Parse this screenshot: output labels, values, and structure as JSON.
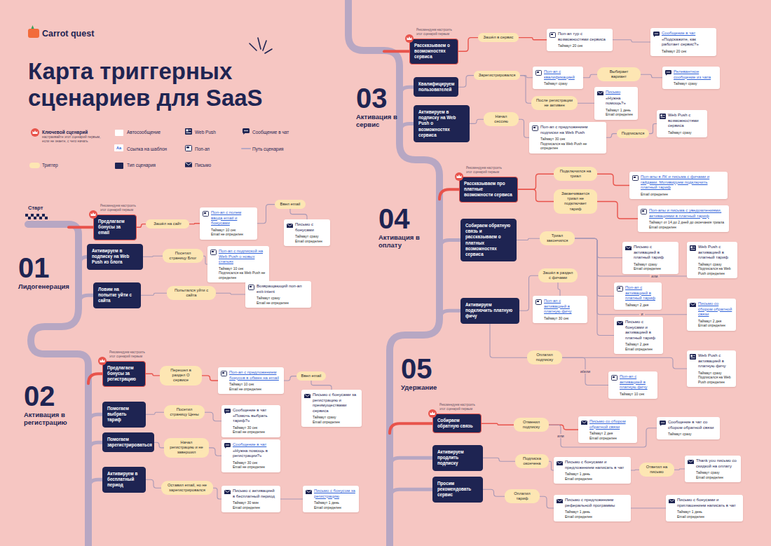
{
  "diagram": {
    "title": "Карта триггерных сценариев для SaaS",
    "nodes": [
      {
        "text": [
          "Предлагаем бонусы за email"
        ]
      },
      {
        "text": [
          "Зашёл на сайт"
        ]
      },
      {
        "text": [
          "Поп-ап с полем ввода email и бонусами",
          "Таймаут 10 сек",
          "Email не определен"
        ]
      },
      {
        "text": [
          "Ввел email"
        ]
      },
      {
        "text": [
          "Письмо с бонусами",
          "Таймаут сразу",
          "Email определен"
        ]
      },
      {
        "text": [
          "Активируем в подписку на Web Push из блога"
        ]
      },
      {
        "text": [
          "Посетил страницу Блог"
        ]
      },
      {
        "text": [
          "Поп-ап с подпиской на Web Push о новых статьях",
          "Таймаут 10 сек",
          "Подписался на Web Push не определен"
        ]
      },
      {
        "text": [
          "Ловим на попытке уйти с сайта"
        ]
      },
      {
        "text": [
          "Попытался уйти с сайта"
        ]
      },
      {
        "text": [
          "Возвращающий поп-ап exit-intent",
          "Таймаут сразу",
          "Email не определен"
        ]
      },
      {
        "text": [
          "Предлагаем бонусы за регистрацию"
        ]
      },
      {
        "text": [
          "Перешел в раздел О сервисе"
        ]
      },
      {
        "text": [
          "Поп-ап с предложением бонусов в обмен на email",
          "Таймаут 10 сек",
          "Email не определен"
        ]
      },
      {
        "text": [
          "Ввел email"
        ]
      },
      {
        "text": [
          "Письмо с бонусами за регистрацию и преимуществами сервиса",
          "Таймаут сразу",
          "Email определен"
        ]
      },
      {
        "text": [
          "Помогаем выбрать тариф"
        ]
      },
      {
        "text": [
          "Посетил страницу Цены"
        ]
      },
      {
        "text": [
          "Сообщение в чат «Помочь выбрать тариф?»",
          "Таймаут 30 сек",
          "Email не определен"
        ]
      },
      {
        "text": [
          "Помогаем зарегистрироваться"
        ]
      },
      {
        "text": [
          "Начал регистрацию и не завершил"
        ]
      },
      {
        "text": [
          "Сообщение в чат",
          "«Нужна помощь в регистрации?»",
          "Таймаут 30 сек",
          "Email не определен"
        ]
      },
      {
        "text": [
          "Активируем в бесплатный период"
        ]
      },
      {
        "text": [
          "Оставил email, но не зарегистрировался"
        ]
      },
      {
        "text": [
          "Письмо с активацией в бесплатный период",
          "Таймаут 30 мин",
          "Email определен"
        ]
      },
      {
        "text": [
          "Письмо с бонусом за регистрацию",
          "Таймаут 1 день",
          "Email определен"
        ]
      },
      {
        "text": [
          "Рассказываем о возможностях сервиса"
        ]
      },
      {
        "text": [
          "Зашёл в сервис"
        ]
      },
      {
        "text": [
          "Поп-ап тур с возможностями сервиса",
          "Таймаут 20 сек"
        ]
      },
      {
        "text": [
          "Сообщение в чат",
          "«Подскажите, как работает сервис?»",
          "Таймаут 20 сек"
        ]
      },
      {
        "text": [
          "Квалифицируем пользователей"
        ]
      },
      {
        "text": [
          "Зарегистрировался"
        ]
      },
      {
        "text": [
          "Поп-ап с квалификацией",
          "Таймаут сразу"
        ]
      },
      {
        "text": [
          "Выбирает вариант"
        ]
      },
      {
        "text": [
          "Релевантное сообщение из чата",
          "Таймаут сразу"
        ]
      },
      {
        "text": [
          "После регистрации не активен"
        ]
      },
      {
        "text": [
          "Письмо",
          "«Нужна помощь?»",
          "Таймаут 1 день",
          "Email определен"
        ]
      },
      {
        "text": [
          "Активируем в подписку на Web Push о возможностях сервиса"
        ]
      },
      {
        "text": [
          "Начал сессию"
        ]
      },
      {
        "text": [
          "Поп-ап с предложением подписки на Web Push",
          "Таймаут 30 сек",
          "Подписался на Web Push не определен"
        ]
      },
      {
        "text": [
          "Подписался"
        ]
      },
      {
        "text": [
          "Web Push с возможностями сервиса",
          "Таймаут сразу"
        ]
      },
      {
        "text": [
          "Рассказываем про платные возможности сервиса"
        ]
      },
      {
        "text": [
          "Подключился на триал"
        ]
      },
      {
        "text": [
          "Поп-апы в ЛК и письма с фичами и гайдами. Мотивируем подключить платный тариф",
          "Email определен"
        ]
      },
      {
        "text": [
          "Заканчивается триал не подключает тариф"
        ]
      },
      {
        "text": [
          "Поп-апы и письма с уведомлениями, активациями в платный тариф",
          "Таймаут от 14 до 2 дней до окончания триала",
          "Email определен"
        ]
      },
      {
        "text": [
          "Собираем обратную связь и рассказываем о платных возможностях сервиса"
        ]
      },
      {
        "text": [
          "Триал закончился"
        ]
      },
      {
        "text": [
          "Письмо с активацией в платный тариф",
          "Таймаут сразу",
          "Email определен"
        ]
      },
      {
        "text": [
          "Web Push с активацией в платный тариф",
          "Таймаут сразу",
          "Подписался на Web Push определен"
        ]
      },
      {
        "text": [
          "Поп-ап с активацией в платный тариф",
          "Таймаут 2 дня"
        ]
      },
      {
        "text": [
          "Письмо со сбором обратной связи",
          "Таймаут 2 дня",
          "Email определен"
        ]
      },
      {
        "text": [
          "Письмо с бонусами и активацией в платный тариф",
          "Таймаут 2 дня",
          "Email определен"
        ]
      },
      {
        "text": [
          "Активируем подключить платную фичу"
        ]
      },
      {
        "text": [
          "Зашёл в раздел с фичами"
        ]
      },
      {
        "text": [
          "Поп-ап с активацией в платную фичу",
          "Таймаут 30 сек"
        ]
      },
      {
        "text": [
          "Оплатил подписку"
        ]
      },
      {
        "text": [
          "Web Push с активацией в платную фичу",
          "Таймаут сразу",
          "Подписался на Web Push определен"
        ]
      },
      {
        "text": [
          "Поп-ап с активацией в платную фичу",
          "Таймаут 10 сек"
        ]
      },
      {
        "text": [
          "Собираем обратную связь"
        ]
      },
      {
        "text": [
          "Отменил подписку"
        ]
      },
      {
        "text": [
          "Письмо со сбором обратной связи",
          "Таймаут 2 дня",
          "Email определен"
        ]
      },
      {
        "text": [
          "Сообщение в чат со сбором обратной связи",
          "Таймаут сразу"
        ]
      },
      {
        "text": [
          "Активируем продлить подписку"
        ]
      },
      {
        "text": [
          "Подписка окончена"
        ]
      },
      {
        "text": [
          "Письмо с бонусами и предложением написать в чат",
          "Таймаут 1 день",
          "Email определен"
        ]
      },
      {
        "text": [
          "Ответил на письмо"
        ]
      },
      {
        "text": [
          "Thank you письмо со скидкой на оплату",
          "Таймаут сразу",
          "Email определен"
        ]
      },
      {
        "text": [
          "Просим рекомендовать сервис"
        ]
      },
      {
        "text": [
          "Оплатил тариф"
        ]
      },
      {
        "text": [
          "Письмо с предложением реферальной программы",
          "Таймаут 1 день",
          "Email определен"
        ]
      },
      {
        "text": [
          "Письмо с бонусами и приглашением написать в чат",
          "Таймаут 1 день",
          "Email определен"
        ]
      }
    ],
    "edges": [
      {
        "from": 0,
        "to": 1,
        "arrow": "none"
      },
      {
        "from": 1,
        "to": 2,
        "arrow": "none"
      },
      {
        "from": 2,
        "to": 3,
        "arrow": "none"
      },
      {
        "from": 3,
        "to": 4,
        "arrow": "none"
      },
      {
        "from": 5,
        "to": 6,
        "arrow": "none"
      },
      {
        "from": 6,
        "to": 7,
        "arrow": "none"
      },
      {
        "from": 8,
        "to": 9,
        "arrow": "none"
      },
      {
        "from": 9,
        "to": 10,
        "arrow": "none"
      },
      {
        "from": 11,
        "to": 12,
        "arrow": "none"
      },
      {
        "from": 12,
        "to": 13,
        "arrow": "none"
      },
      {
        "from": 13,
        "to": 14,
        "arrow": "none"
      },
      {
        "from": 14,
        "to": 15,
        "arrow": "none"
      },
      {
        "from": 16,
        "to": 17,
        "arrow": "none"
      },
      {
        "from": 17,
        "to": 18,
        "arrow": "none"
      },
      {
        "from": 19,
        "to": 20,
        "arrow": "none"
      },
      {
        "from": 20,
        "to": 21,
        "arrow": "none"
      },
      {
        "from": 22,
        "to": 23,
        "arrow": "none"
      },
      {
        "from": 23,
        "to": 24,
        "arrow": "none"
      },
      {
        "from": 24,
        "to": 25,
        "arrow": "none"
      },
      {
        "from": 26,
        "to": 27,
        "arrow": "none"
      },
      {
        "from": 27,
        "to": 28,
        "arrow": "none"
      },
      {
        "from": 28,
        "to": 29,
        "arrow": "none"
      },
      {
        "from": 30,
        "to": 31,
        "arrow": "none"
      },
      {
        "from": 31,
        "to": 32,
        "arrow": "none"
      },
      {
        "from": 32,
        "to": 33,
        "arrow": "none"
      },
      {
        "from": 33,
        "to": 34,
        "arrow": "none"
      },
      {
        "from": 31,
        "to": 35,
        "arrow": "none"
      },
      {
        "from": 35,
        "to": 36,
        "arrow": "none"
      },
      {
        "from": 37,
        "to": 38,
        "arrow": "none"
      },
      {
        "from": 38,
        "to": 39,
        "arrow": "none"
      },
      {
        "from": 39,
        "to": 40,
        "arrow": "none"
      },
      {
        "from": 40,
        "to": 41,
        "arrow": "none"
      },
      {
        "from": 42,
        "to": 43,
        "arrow": "none"
      },
      {
        "from": 43,
        "to": 44,
        "arrow": "none"
      },
      {
        "from": 42,
        "to": 45,
        "arrow": "none"
      },
      {
        "from": 45,
        "to": 46,
        "arrow": "none"
      },
      {
        "from": 47,
        "to": 48,
        "arrow": "none"
      },
      {
        "from": 48,
        "to": 49,
        "arrow": "none"
      },
      {
        "from": 48,
        "to": 50,
        "label": "или",
        "arrow": "none"
      },
      {
        "from": 48,
        "to": 51,
        "arrow": "none"
      },
      {
        "from": 48,
        "to": 52,
        "label": "и",
        "arrow": "none"
      },
      {
        "from": 48,
        "to": 53,
        "arrow": "none"
      },
      {
        "from": 54,
        "to": 55,
        "arrow": "none"
      },
      {
        "from": 55,
        "to": 56,
        "arrow": "none"
      },
      {
        "from": 54,
        "to": 57,
        "arrow": "none"
      },
      {
        "from": 57,
        "to": 58,
        "arrow": "none"
      },
      {
        "from": 57,
        "to": 59,
        "label": "и/или",
        "arrow": "none"
      },
      {
        "from": 60,
        "to": 61,
        "arrow": "none"
      },
      {
        "from": 61,
        "to": 62,
        "arrow": "none"
      },
      {
        "from": 61,
        "to": 63,
        "label": "или",
        "arrow": "none"
      },
      {
        "from": 64,
        "to": 65,
        "arrow": "none"
      },
      {
        "from": 65,
        "to": 66,
        "arrow": "none"
      },
      {
        "from": 66,
        "to": 67,
        "arrow": "none"
      },
      {
        "from": 67,
        "to": 68,
        "arrow": "none"
      },
      {
        "from": 69,
        "to": 70,
        "arrow": "none"
      },
      {
        "from": 70,
        "to": 71,
        "arrow": "none"
      },
      {
        "from": 71,
        "to": 72,
        "arrow": "none"
      }
    ],
    "labels": [
      "Carrot quest",
      "настраивайте этот сценарий первым, если не знаете, с чего начать",
      "Aa",
      "Старт",
      "01",
      "Лидогенерация",
      "02",
      "Активация в регистрацию",
      "03",
      "Активация в сервис",
      "04",
      "Активация в оплату",
      "05",
      "Удержание",
      "Рекомендуем настроить этот сценарий первым",
      "Рекомендуем настроить этот сценарий первым",
      "Рекомендуем настроить этот сценарий первым",
      "Рекомендуем настроить этот сценарий первым",
      "Рекомендуем настроить этот сценарий первым"
    ],
    "legend": [
      {
        "text": "Ключевой сценарий"
      },
      {
        "text": "Автосообщение",
        "color": "#ffffff"
      },
      {
        "text": "Web Push"
      },
      {
        "text": "Сообщение в чат"
      },
      {
        "text": "Ссылка на шаблон"
      },
      {
        "text": "Поп-ап"
      },
      {
        "text": "Путь сценария"
      },
      {
        "text": "Триггер",
        "color": "#fde6b3"
      },
      {
        "text": "Тип сценария",
        "color": "#1e2452"
      },
      {
        "text": "Письмо"
      }
    ]
  }
}
